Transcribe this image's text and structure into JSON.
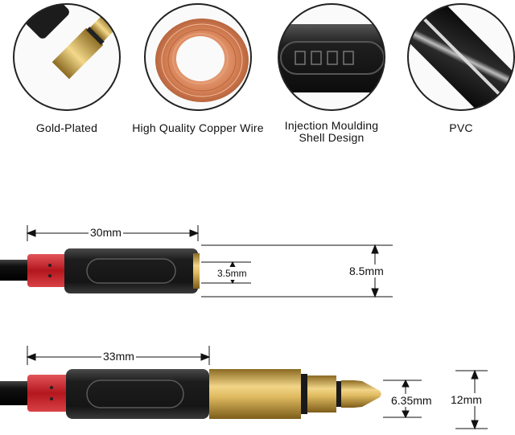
{
  "features": [
    {
      "label": "Gold-Plated",
      "icon": "gold-plug-icon"
    },
    {
      "label": "High Quality Copper Wire",
      "icon": "copper-coil-icon"
    },
    {
      "label": "Injection Moulding Shell Design",
      "label_lines": [
        "Injection Moulding",
        "Shell Design"
      ],
      "icon": "molded-shell-icon"
    },
    {
      "label": "PVC",
      "icon": "pvc-cable-icon"
    }
  ],
  "connector_female": {
    "length": "30mm",
    "inner_diameter": "3.5mm",
    "outer_diameter": "8.5mm"
  },
  "connector_male": {
    "length": "33mm",
    "plug_diameter": "6.35mm",
    "outer_diameter": "12mm"
  },
  "colors": {
    "gold": "#c9a24a",
    "copper": "#d98a5e",
    "shell": "#2b2b2b",
    "strain_relief": "#c8262c",
    "cable": "#0b0b0b"
  }
}
